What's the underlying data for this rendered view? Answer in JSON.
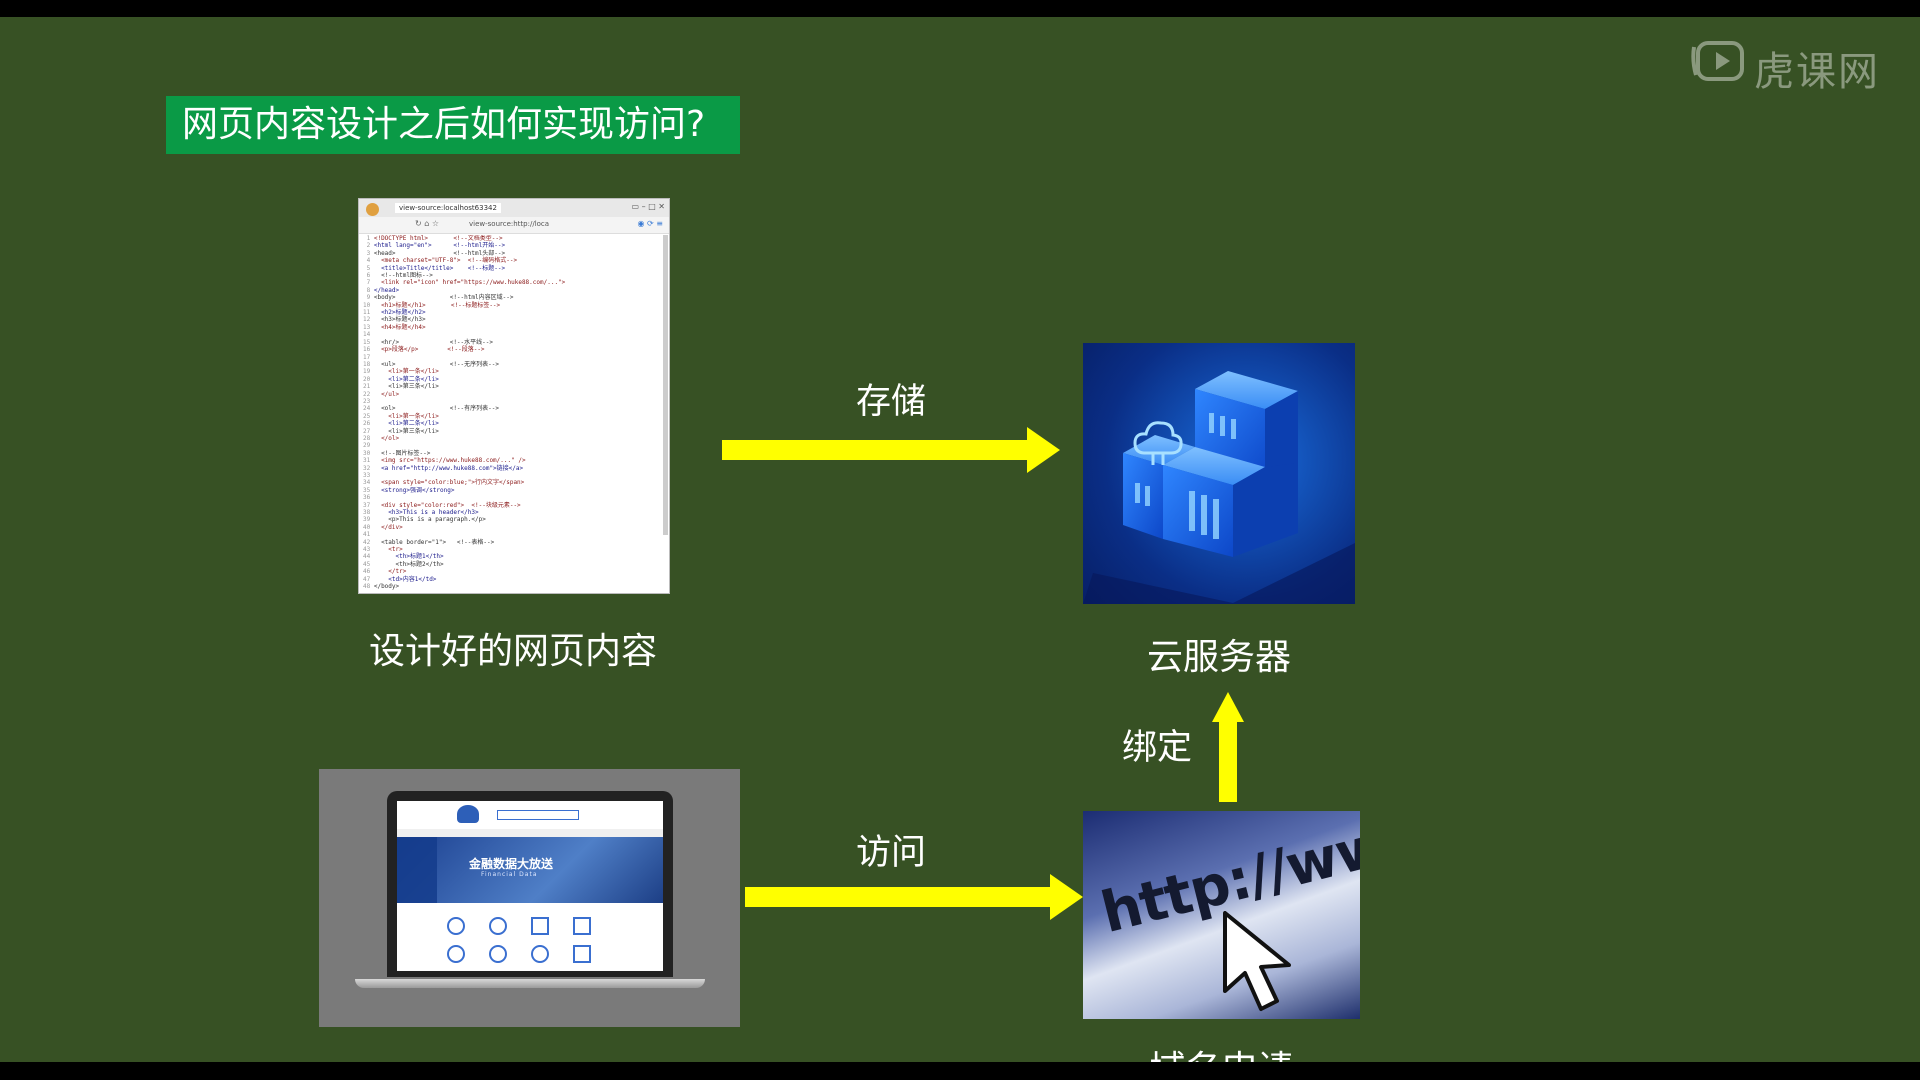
{
  "watermark": {
    "text": "虎课网"
  },
  "slide": {
    "title": "网页内容设计之后如何实现访问?",
    "labels": {
      "webpage": "设计好的网页内容",
      "cloud_server": "云服务器",
      "domain": "域名申请"
    },
    "arrows": {
      "store": "存储",
      "bind": "绑定",
      "visit": "访问"
    },
    "arrow_color": "#ffff00"
  },
  "browser_screenshot": {
    "tab_title": "view-source:localhost63342",
    "address": "view-source:http://loca",
    "code_lines": [
      "<!DOCTYPE html>       <!--文档类型-->",
      "<html lang=\"en\">      <!--html开始-->",
      "<head>                <!--html头部-->",
      "  <meta charset=\"UTF-8\">  <!--编码格式-->",
      "  <title>Title</title>    <!--标题-->",
      "  <!--html图标-->",
      "  <link rel=\"icon\" href=\"https://www.huke88.com/...\">",
      "</head>",
      "<body>               <!--html内容区域-->",
      "  <h1>标题</h1>       <!--标题标签-->",
      "  <h2>标题</h2>",
      "  <h3>标题</h3>",
      "  <h4>标题</h4>",
      "",
      "  <hr/>              <!--水平线-->",
      "  <p>段落</p>        <!--段落-->",
      "",
      "  <ul>               <!--无序列表-->",
      "    <li>第一条</li>",
      "    <li>第二条</li>",
      "    <li>第三条</li>",
      "  </ul>",
      "",
      "  <ol>               <!--有序列表-->",
      "    <li>第一条</li>",
      "    <li>第二条</li>",
      "    <li>第三条</li>",
      "  </ol>",
      "",
      "  <!--图片标签-->",
      "  <img src=\"https://www.huke88.com/...\" />",
      "  <a href=\"http://www.huke88.com\">链接</a>",
      "",
      "  <span style=\"color:blue;\">行内文字</span>",
      "  <strong>强调</strong>",
      "",
      "  <div style=\"color:red\">  <!--块级元素-->",
      "    <h3>This is a header</h3>",
      "    <p>This is a paragraph.</p>",
      "  </div>",
      "",
      "  <table border=\"1\">   <!--表格-->",
      "    <tr>",
      "      <th>标题1</th>",
      "      <th>标题2</th>",
      "    </tr>",
      "    <td>内容1</td>",
      "</body>"
    ]
  },
  "laptop_screen": {
    "banner_title": "金融数据大放送",
    "banner_subtitle": "Financial Data"
  },
  "url_image": {
    "text": "http://www"
  }
}
